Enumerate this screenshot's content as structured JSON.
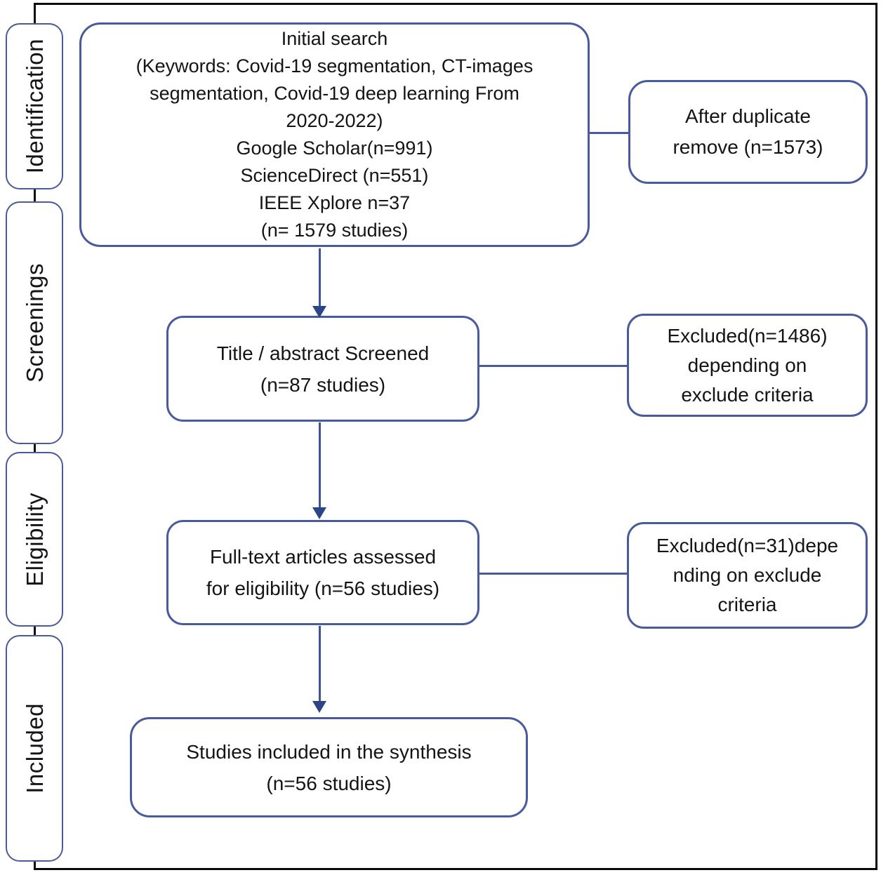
{
  "stages": [
    {
      "label": "Identification"
    },
    {
      "label": "Screenings"
    },
    {
      "label": "Eligibility"
    },
    {
      "label": "Included"
    }
  ],
  "main_boxes": [
    {
      "text": "Initial search\n(Keywords: Covid-19 segmentation, CT-images\nsegmentation, Covid-19 deep learning From\n2020-2022)\nGoogle Scholar(n=991)\nScienceDirect (n=551)\nIEEE Xplore n=37\n(n= 1579 studies)"
    },
    {
      "text": "Title / abstract Screened\n(n=87 studies)"
    },
    {
      "text": "Full-text articles assessed\nfor eligibility (n=56 studies)"
    },
    {
      "text": "Studies included in the synthesis\n(n=56 studies)"
    }
  ],
  "side_boxes": [
    {
      "text": "After duplicate\nremove (n=1573)"
    },
    {
      "text": "Excluded(n=1486)\ndepending on\nexclude criteria"
    },
    {
      "text": "Excluded(n=31)depe\nnding on exclude\ncriteria"
    }
  ],
  "colors": {
    "box_border": "#4a5a9e",
    "arrow_line": "#3e5494",
    "arrow_head": "#2b4587",
    "frame_border": "#0a0a0a",
    "text": "#141414"
  }
}
